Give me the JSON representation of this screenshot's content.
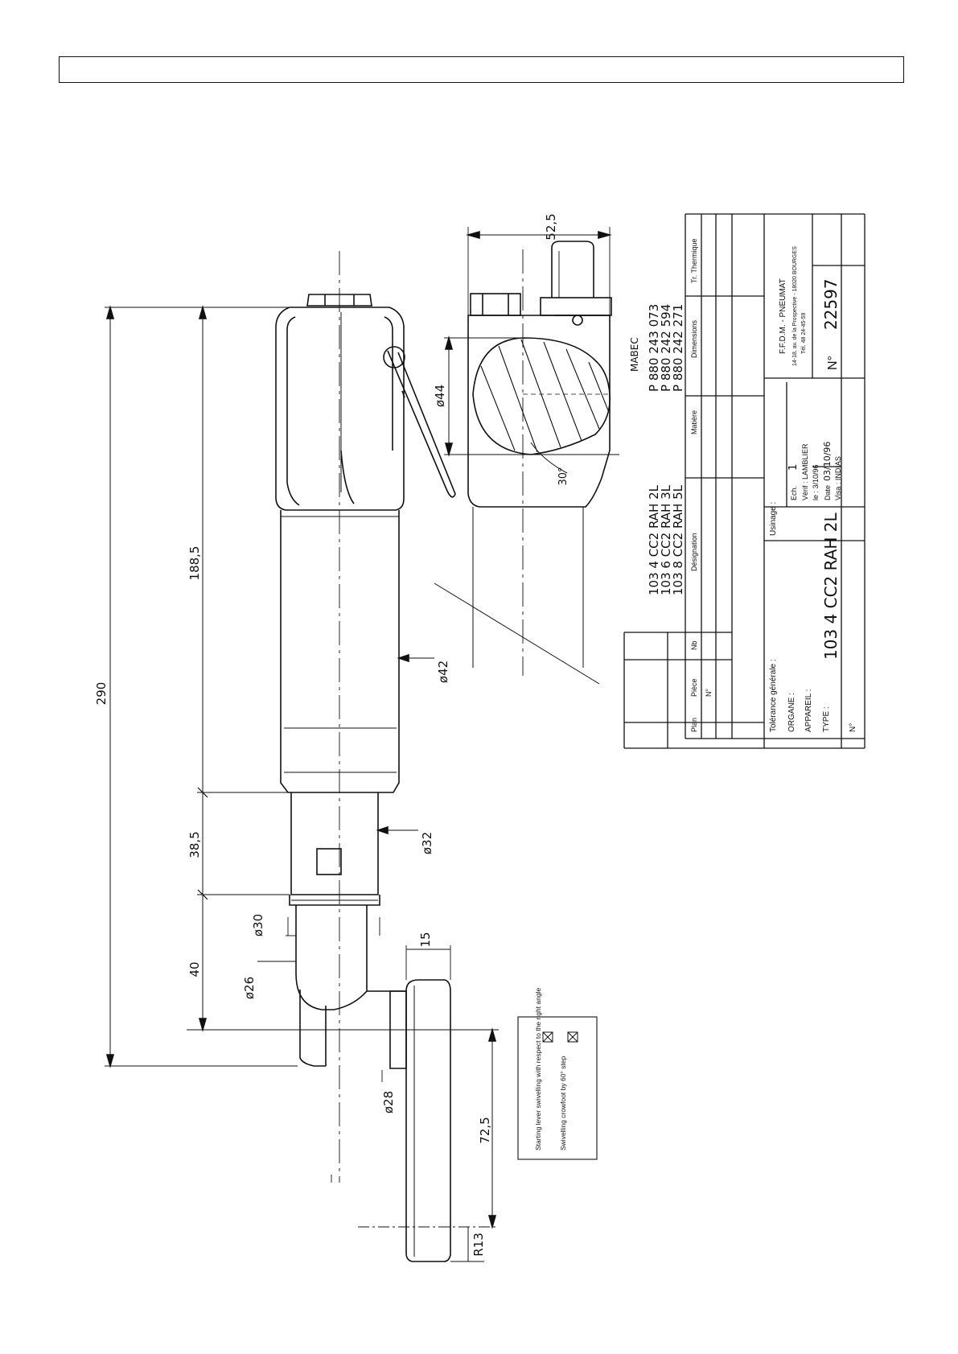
{
  "dimensions": {
    "overall_length": "290",
    "body_length": "188,5",
    "neck_length": "38,5",
    "head_length": "40",
    "body_diameter": "ø42",
    "neck_diameter": "ø32",
    "collar_diameter": "ø30",
    "elbow_diameter": "ø26",
    "crowfoot_diameter": "ø28",
    "crowfoot_thickness": "15",
    "crowfoot_length": "72,5",
    "radius": "R13",
    "side_height": "52,5",
    "side_diameter": "ø44",
    "angle": "30°"
  },
  "options": [
    {
      "label": "Starting lever swivelling with respect to the right angle",
      "checked": true
    },
    {
      "label": "Swivelling crowfoot by 60° step",
      "checked": true
    }
  ],
  "title_block": {
    "col_headers": {
      "plan": "Plan",
      "piece": "Pièce",
      "no": "N°",
      "nb": "Nb",
      "designation": "Désignation",
      "matiere": "Matière",
      "dimensions": "Dimensions",
      "tr_thermique": "Tr. Thermique"
    },
    "parts": [
      {
        "designation": "103 4 CC2 RAH 2L",
        "code": "P 880 243 073"
      },
      {
        "designation": "103 6 CC2 RAH 3L",
        "code": "P 880 242 594"
      },
      {
        "designation": "103 8 CC2 RAH 5L",
        "code": "P 880 242 271"
      }
    ],
    "mabec": "MABEC",
    "tolerance": "Tolérance générale :",
    "usinage": "Usinage :",
    "organe": "ORGANE :",
    "appareil": "APPAREIL :",
    "type_label": "TYPE :",
    "type_value": "103 4 CC2 RAH 2L",
    "no_label": "N°",
    "ech_label": "Ech.",
    "ech_value": "1",
    "verif": "Vérif : LAMBLIER",
    "verif_date": "le : 3/10/96",
    "date_label": "Date",
    "date_value": "03/10/96",
    "visa": "Visa : INDIAS",
    "company": "F.F.D.M. - PNEUMAT",
    "address": "14-18, av. de la Prospective - 18020 BOURGES",
    "phone": "Tél. 48 24-45-59",
    "drawing_no": "22597"
  }
}
